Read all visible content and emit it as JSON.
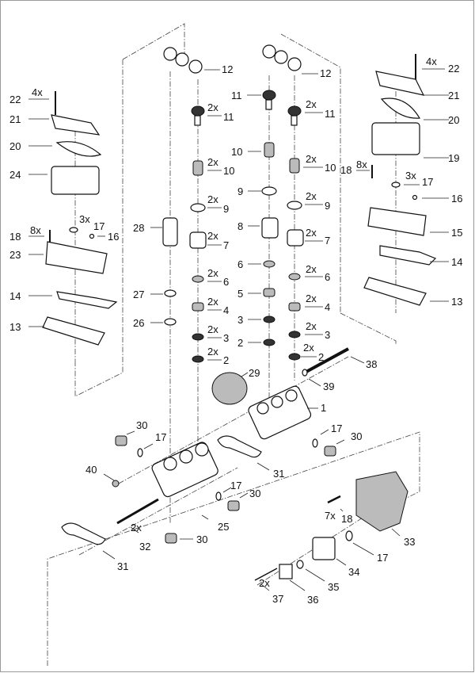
{
  "diagram": {
    "title": "Pump head exploded parts view",
    "callouts": [
      {
        "id": "c12a",
        "number": "12",
        "qty": ""
      },
      {
        "id": "c12b",
        "number": "12",
        "qty": ""
      },
      {
        "id": "c11a",
        "number": "11",
        "qty": "2x"
      },
      {
        "id": "c11b",
        "number": "11",
        "qty": ""
      },
      {
        "id": "c11c",
        "number": "11",
        "qty": "2x"
      },
      {
        "id": "c10a",
        "number": "10",
        "qty": "2x"
      },
      {
        "id": "c10b",
        "number": "10",
        "qty": ""
      },
      {
        "id": "c10c",
        "number": "10",
        "qty": "2x"
      },
      {
        "id": "c9a",
        "number": "9",
        "qty": "2x"
      },
      {
        "id": "c9b",
        "number": "9",
        "qty": ""
      },
      {
        "id": "c9c",
        "number": "9",
        "qty": "2x"
      },
      {
        "id": "c28",
        "number": "28",
        "qty": ""
      },
      {
        "id": "c8",
        "number": "8",
        "qty": ""
      },
      {
        "id": "c7a",
        "number": "7",
        "qty": "2x"
      },
      {
        "id": "c7b",
        "number": "7",
        "qty": "2x"
      },
      {
        "id": "c6a",
        "number": "6",
        "qty": "2x"
      },
      {
        "id": "c6b",
        "number": "6",
        "qty": ""
      },
      {
        "id": "c6c",
        "number": "6",
        "qty": "2x"
      },
      {
        "id": "c27",
        "number": "27",
        "qty": ""
      },
      {
        "id": "c5",
        "number": "5",
        "qty": ""
      },
      {
        "id": "c4a",
        "number": "4",
        "qty": "2x"
      },
      {
        "id": "c4b",
        "number": "4",
        "qty": "2x"
      },
      {
        "id": "c26",
        "number": "26",
        "qty": ""
      },
      {
        "id": "c3a",
        "number": "3",
        "qty": "2x"
      },
      {
        "id": "c3b",
        "number": "3",
        "qty": ""
      },
      {
        "id": "c3c",
        "number": "3",
        "qty": "2x"
      },
      {
        "id": "c2a",
        "number": "2",
        "qty": "2x"
      },
      {
        "id": "c2b",
        "number": "2",
        "qty": ""
      },
      {
        "id": "c2c",
        "number": "2",
        "qty": "2x"
      },
      {
        "id": "c22l",
        "number": "22",
        "qty": "4x"
      },
      {
        "id": "c21l",
        "number": "21",
        "qty": ""
      },
      {
        "id": "c20l",
        "number": "20",
        "qty": ""
      },
      {
        "id": "c24",
        "number": "24",
        "qty": ""
      },
      {
        "id": "c17l",
        "number": "17",
        "qty": "3x"
      },
      {
        "id": "c18l",
        "number": "18",
        "qty": "8x"
      },
      {
        "id": "c16l",
        "number": "16",
        "qty": ""
      },
      {
        "id": "c23",
        "number": "23",
        "qty": ""
      },
      {
        "id": "c14l",
        "number": "14",
        "qty": ""
      },
      {
        "id": "c13l",
        "number": "13",
        "qty": ""
      },
      {
        "id": "c22r",
        "number": "22",
        "qty": "4x"
      },
      {
        "id": "c21r",
        "number": "21",
        "qty": ""
      },
      {
        "id": "c20r",
        "number": "20",
        "qty": ""
      },
      {
        "id": "c19",
        "number": "19",
        "qty": ""
      },
      {
        "id": "c18r",
        "number": "18",
        "qty": "8x"
      },
      {
        "id": "c17r",
        "number": "17",
        "qty": "3x"
      },
      {
        "id": "c16r",
        "number": "16",
        "qty": ""
      },
      {
        "id": "c15",
        "number": "15",
        "qty": ""
      },
      {
        "id": "c14r",
        "number": "14",
        "qty": ""
      },
      {
        "id": "c13r",
        "number": "13",
        "qty": ""
      },
      {
        "id": "c38",
        "number": "38",
        "qty": ""
      },
      {
        "id": "c39",
        "number": "39",
        "qty": ""
      },
      {
        "id": "c29",
        "number": "29",
        "qty": ""
      },
      {
        "id": "c1",
        "number": "1",
        "qty": ""
      },
      {
        "id": "c30a",
        "number": "30",
        "qty": ""
      },
      {
        "id": "c17a",
        "number": "17",
        "qty": ""
      },
      {
        "id": "c17b",
        "number": "17",
        "qty": ""
      },
      {
        "id": "c30b",
        "number": "30",
        "qty": ""
      },
      {
        "id": "c40",
        "number": "40",
        "qty": ""
      },
      {
        "id": "c31a",
        "number": "31",
        "qty": ""
      },
      {
        "id": "c17c",
        "number": "17",
        "qty": ""
      },
      {
        "id": "c30c",
        "number": "30",
        "qty": ""
      },
      {
        "id": "c25",
        "number": "25",
        "qty": ""
      },
      {
        "id": "c32",
        "number": "32",
        "qty": "2x"
      },
      {
        "id": "c30d",
        "number": "30",
        "qty": ""
      },
      {
        "id": "c31b",
        "number": "31",
        "qty": ""
      },
      {
        "id": "c18b",
        "number": "18",
        "qty": "7x"
      },
      {
        "id": "c33",
        "number": "33",
        "qty": ""
      },
      {
        "id": "c17d",
        "number": "17",
        "qty": ""
      },
      {
        "id": "c34",
        "number": "34",
        "qty": ""
      },
      {
        "id": "c35",
        "number": "35",
        "qty": ""
      },
      {
        "id": "c36",
        "number": "36",
        "qty": ""
      },
      {
        "id": "c37",
        "number": "37",
        "qty": "2x"
      }
    ]
  }
}
